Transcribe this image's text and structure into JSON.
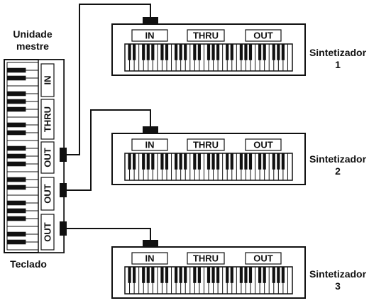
{
  "master": {
    "title_line1": "Unidade",
    "title_line2": "mestre",
    "caption": "Teclado",
    "ports": [
      "IN",
      "THRU",
      "OUT",
      "OUT",
      "OUT"
    ]
  },
  "synths": [
    {
      "name": "Sintetizador",
      "number": "1",
      "ports": [
        "IN",
        "THRU",
        "OUT"
      ]
    },
    {
      "name": "Sintetizador",
      "number": "2",
      "ports": [
        "IN",
        "THRU",
        "OUT"
      ]
    },
    {
      "name": "Sintetizador",
      "number": "3",
      "ports": [
        "IN",
        "THRU",
        "OUT"
      ]
    }
  ],
  "colors": {
    "ink": "#111111",
    "paper": "#ffffff"
  }
}
